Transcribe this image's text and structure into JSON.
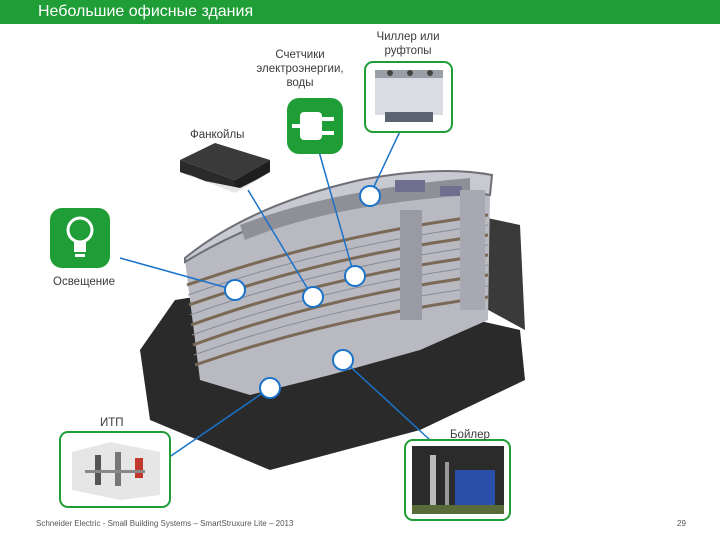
{
  "header": {
    "title": "Небольшие офисные здания"
  },
  "labels": {
    "meters": "Счетчики электроэнергии, воды",
    "chiller": "Чиллер или руфтопы",
    "fancoils": "Фанкойлы",
    "lighting": "Освещение",
    "itp": "ИТП",
    "boiler": "Бойлер"
  },
  "footer": {
    "text": "Schneider Electric - Small Building Systems – SmartStruxure Lite – 2013",
    "page": "29"
  },
  "colors": {
    "accent": "#1f9d36",
    "connector": "#1a73c9",
    "node_fill": "#ffffff"
  },
  "icons": [
    "plug-icon",
    "lightbulb-icon"
  ]
}
